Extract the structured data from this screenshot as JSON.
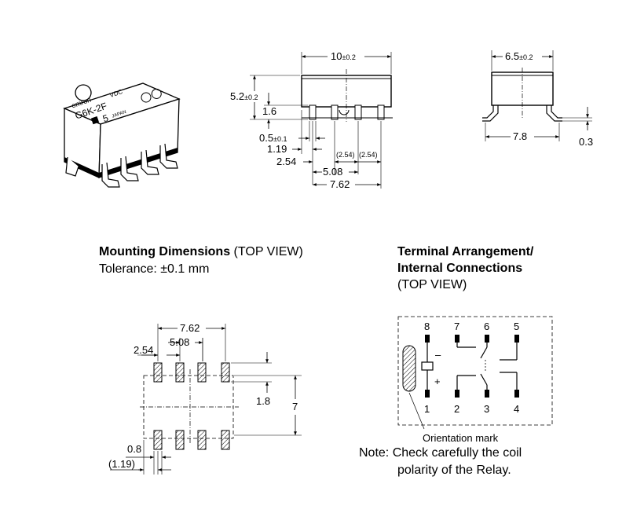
{
  "relay_label": {
    "brand": "omron",
    "model": "G6K-2F",
    "unit": "VDC",
    "voltage": "5",
    "country": "JAPAN"
  },
  "side_view": {
    "length": "10",
    "length_tol": "±0.2",
    "height": "5.2",
    "height_tol": "±0.2",
    "body_height": "1.6",
    "lead_width": "0.5",
    "lead_width_tol": "±0.1",
    "lead_offset": "1.19",
    "pitch": "2.54",
    "pitch_ref_a": "(2.54)",
    "pitch_ref_b": "(2.54)",
    "span_a": "5.08",
    "span_b": "7.62"
  },
  "end_view": {
    "width": "6.5",
    "width_tol": "±0.2",
    "foot_span": "7.8",
    "lead_thickness": "0.3"
  },
  "mounting": {
    "title_bold": "Mounting Dimensions",
    "title_rest": " (TOP VIEW)",
    "tolerance": "Tolerance: ±0.1 mm",
    "span_outer": "7.62",
    "span_inner": "5.08",
    "pitch": "2.54",
    "pad_length": "1.8",
    "row_span": "7",
    "pad_width": "0.8",
    "pad_offset": "(1.19)"
  },
  "terminal": {
    "title_line1": "Terminal Arrangement/",
    "title_line2": "Internal Connections",
    "title_line3": "(TOP VIEW)",
    "pins_top": [
      "8",
      "7",
      "6",
      "5"
    ],
    "pins_bottom": [
      "1",
      "2",
      "3",
      "4"
    ],
    "minus": "–",
    "plus": "+",
    "orientation_mark": "Orientation mark",
    "note_line1": "Note: Check carefully the coil",
    "note_line2": "polarity of the Relay."
  }
}
